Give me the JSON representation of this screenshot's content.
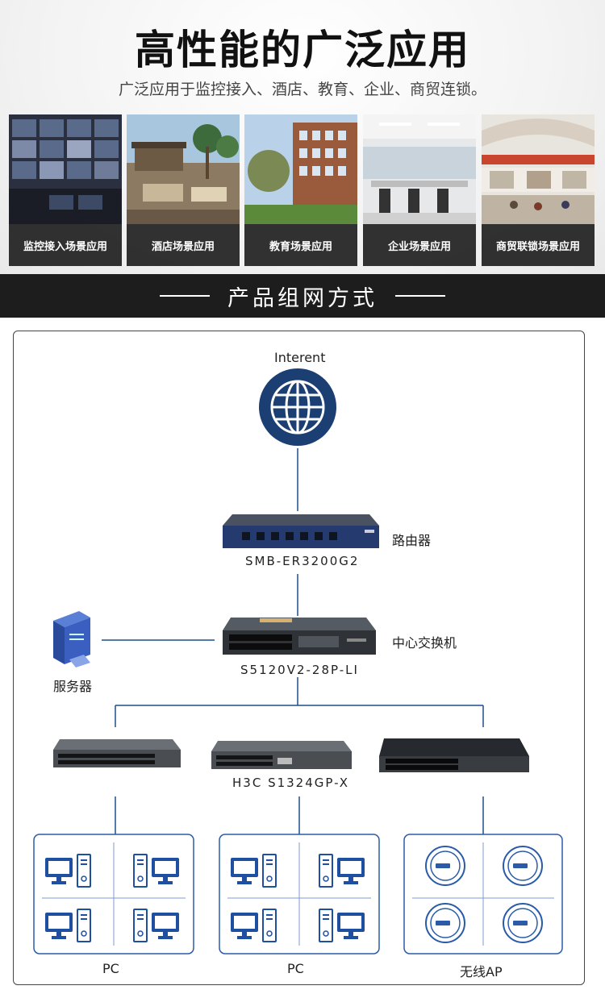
{
  "header": {
    "title": "高性能的广泛应用",
    "subtitle": "广泛应用于监控接入、酒店、教育、企业、商贸连锁。"
  },
  "scenes": [
    {
      "label": "监控接入场景应用",
      "icon": "monitoring-photo"
    },
    {
      "label": "酒店场景应用",
      "icon": "hotel-photo"
    },
    {
      "label": "教育场景应用",
      "icon": "education-photo"
    },
    {
      "label": "企业场景应用",
      "icon": "office-photo"
    },
    {
      "label": "商贸联锁场景应用",
      "icon": "mall-photo"
    }
  ],
  "banner": {
    "title": "产品组网方式"
  },
  "diagram": {
    "internet_label": "Interent",
    "router_label": "路由器",
    "router_model": "SMB-ER3200G2",
    "core_switch_label": "中心交换机",
    "core_switch_model": "S5120V2-28P-LI",
    "server_label": "服务器",
    "access_switch_model": "H3C S1324GP-X",
    "groups": [
      {
        "label": "PC",
        "icon": "pc-icon"
      },
      {
        "label": "PC",
        "icon": "pc-icon"
      },
      {
        "label": "无线AP",
        "icon": "wireless-ap-icon"
      }
    ],
    "colors": {
      "line": "#1c4f8f",
      "globe": "#1c3f73",
      "box": "#2a5ba8",
      "device": "#3a3f46"
    }
  }
}
